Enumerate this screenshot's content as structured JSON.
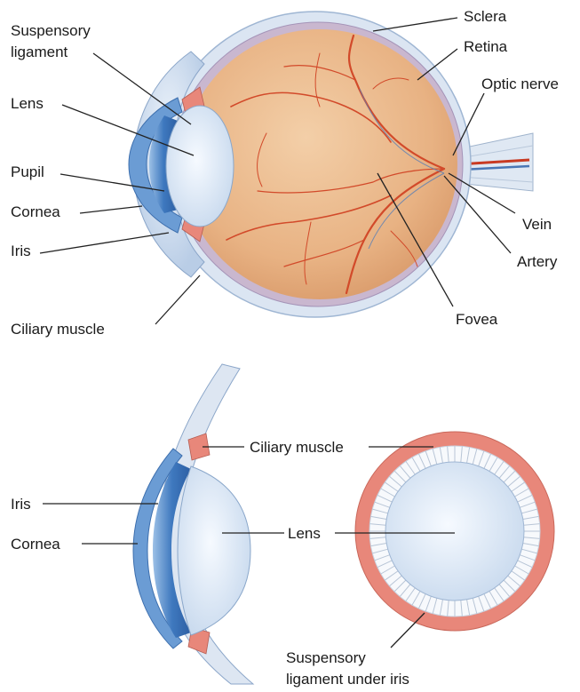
{
  "labels": {
    "sclera": "Sclera",
    "retina": "Retina",
    "optic_nerve": "Optic nerve",
    "suspensory_1": "Suspensory",
    "suspensory_2": "ligament",
    "lens_top": "Lens",
    "pupil": "Pupil",
    "cornea_top": "Cornea",
    "iris_top": "Iris",
    "ciliary_top": "Ciliary muscle",
    "vein": "Vein",
    "artery": "Artery",
    "fovea": "Fovea",
    "ciliary_bottom": "Ciliary muscle",
    "iris_bottom": "Iris",
    "cornea_bottom": "Cornea",
    "lens_bottom": "Lens",
    "susp_under_1": "Suspensory",
    "susp_under_2": "ligament under iris"
  },
  "colors": {
    "eyeball": "#eab487",
    "sclera": "#c9d6ea",
    "cornea_blue": "#4d86c6",
    "lens": "#e4eef8",
    "vessel": "#d24a2a",
    "ciliary": "#e8877a"
  }
}
